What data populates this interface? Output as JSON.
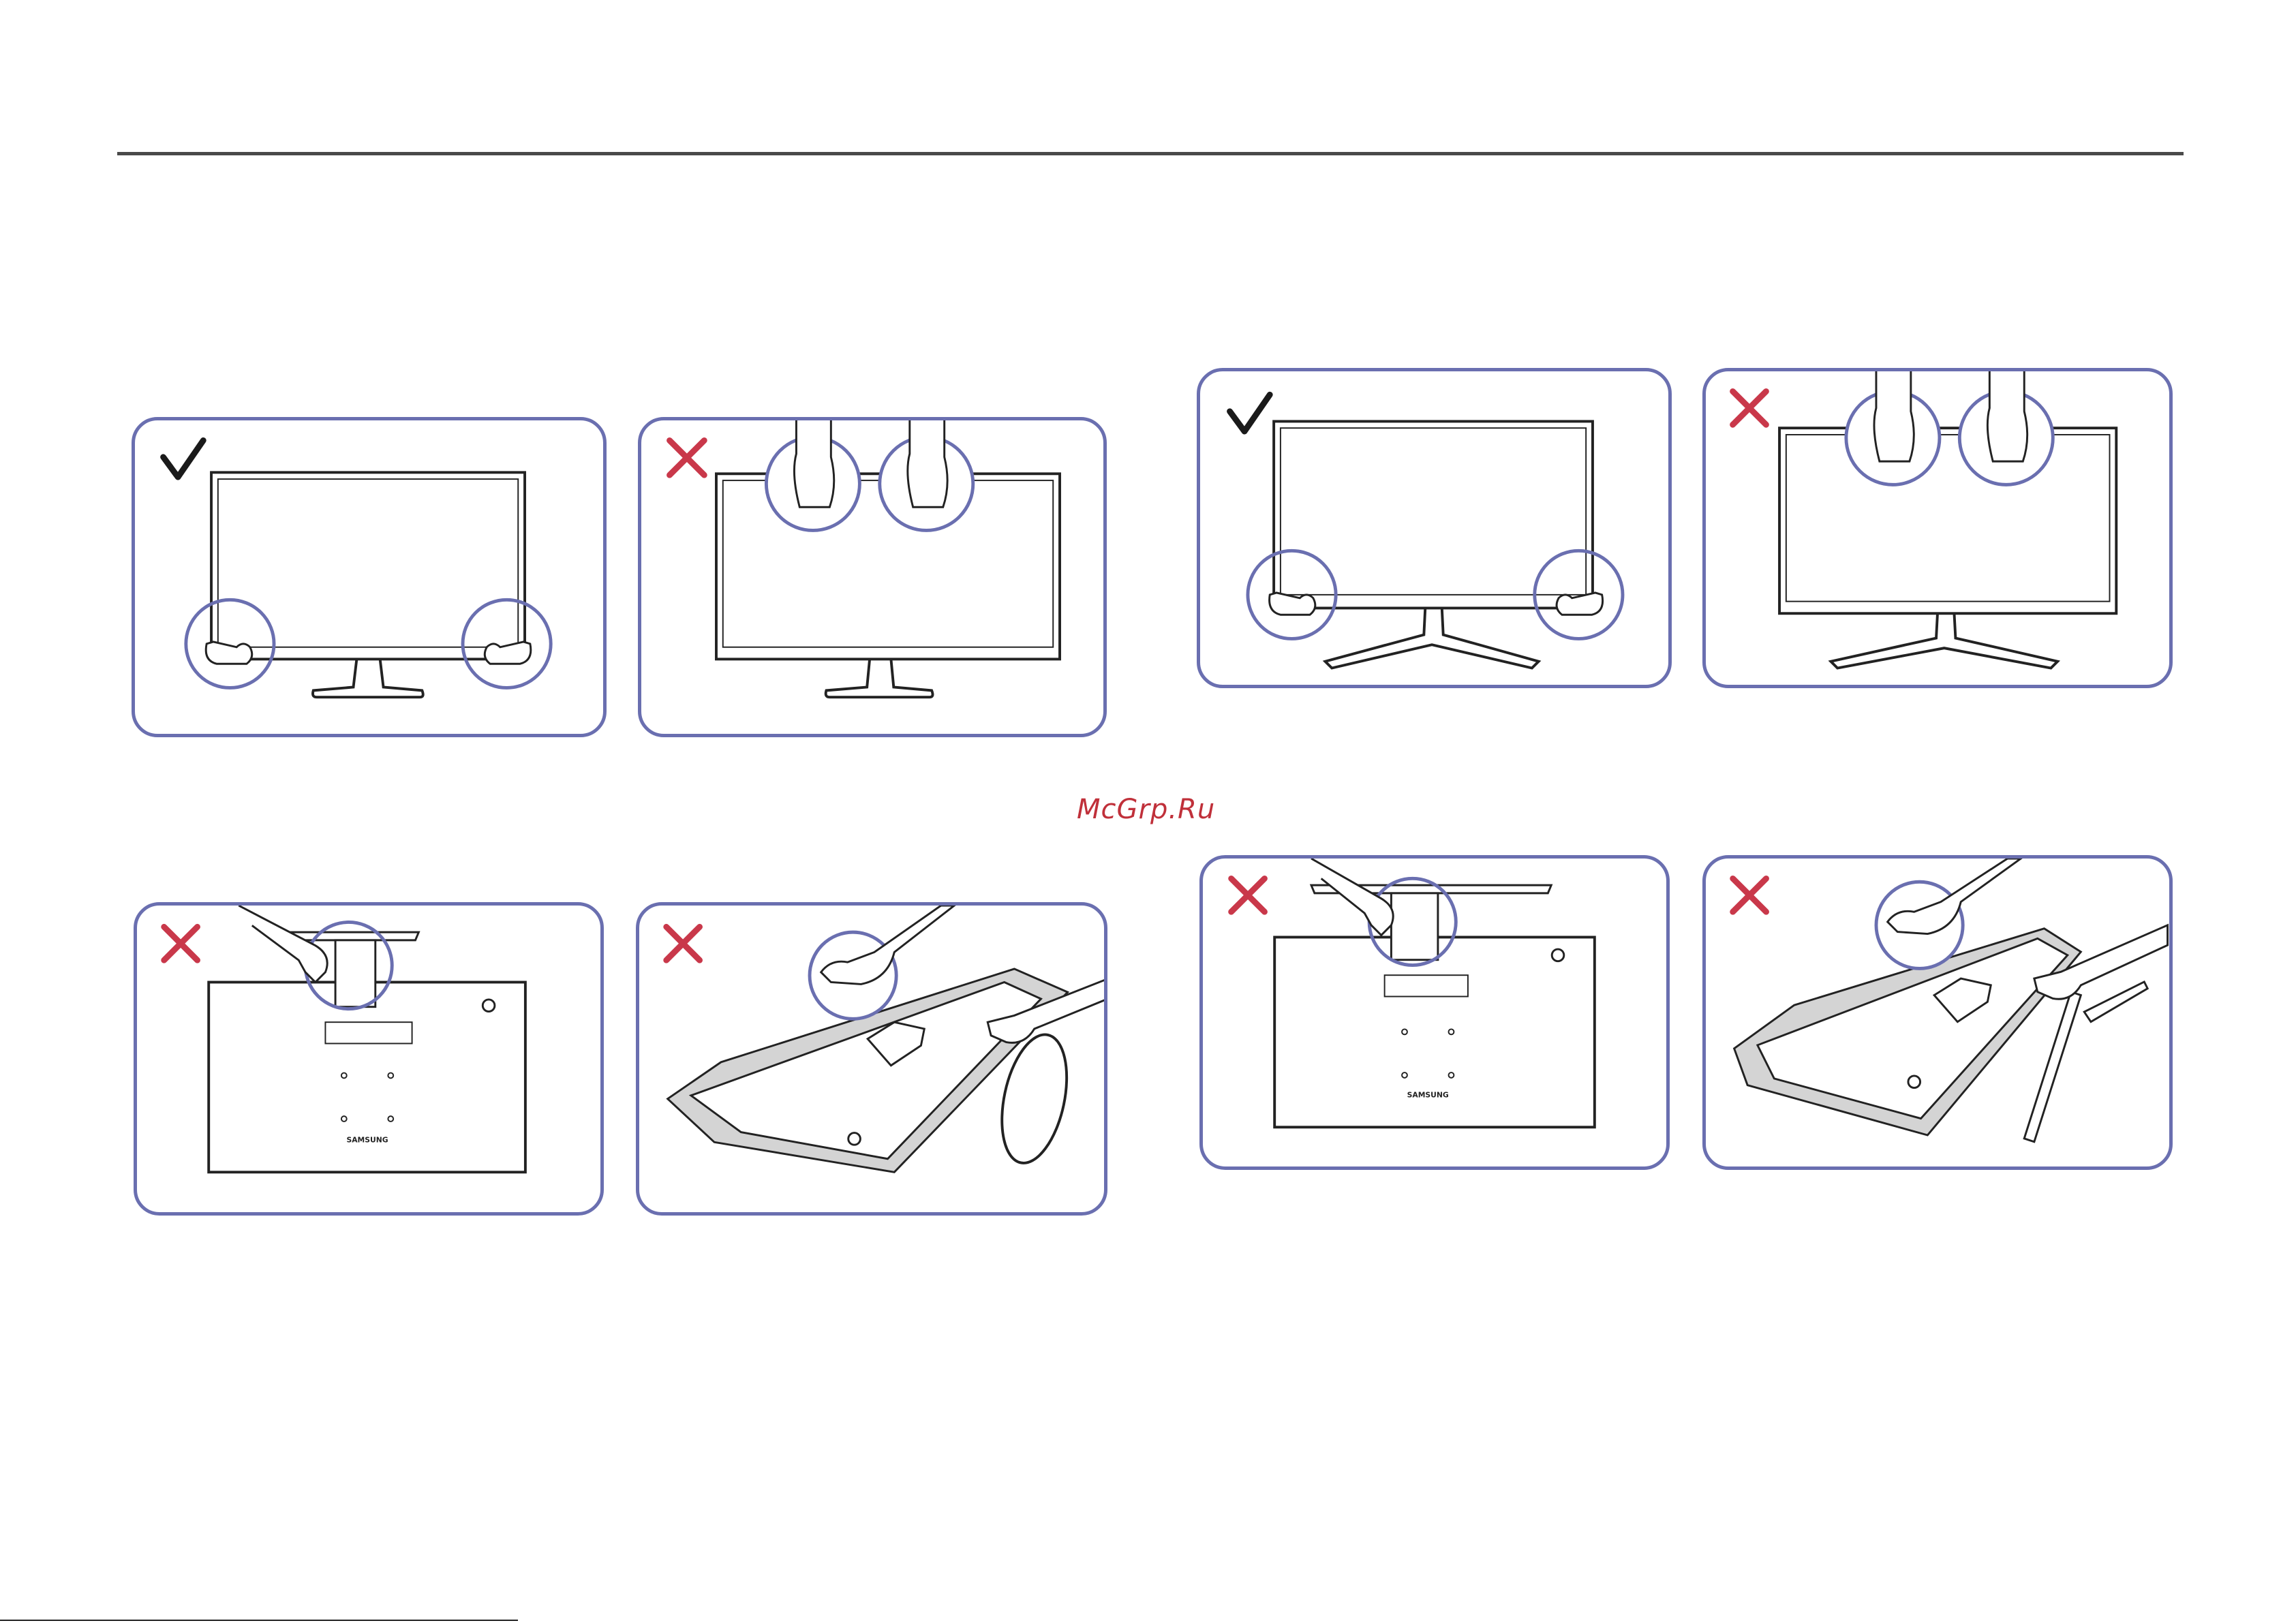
{
  "watermark": "McGrp.Ru",
  "brand_text": "SAMSUNG",
  "colors": {
    "panel_border": "#6a6fb0",
    "check": "#1a1a1a",
    "cross": "#c9384a",
    "line": "#222222"
  },
  "panels": [
    {
      "id": "tl-1",
      "mark": "check-icon",
      "scene": "front-hold-bottom-corners"
    },
    {
      "id": "tl-2",
      "mark": "cross-icon",
      "scene": "front-hold-top-edge"
    },
    {
      "id": "bl-1",
      "mark": "cross-icon",
      "scene": "rear-hold-stand-neck"
    },
    {
      "id": "bl-2",
      "mark": "cross-icon",
      "scene": "lying-hold-stand-base"
    },
    {
      "id": "tr-1",
      "mark": "check-icon",
      "scene": "front-hold-bottom-corners"
    },
    {
      "id": "tr-2",
      "mark": "cross-icon",
      "scene": "front-hold-top-edge"
    },
    {
      "id": "br-1",
      "mark": "cross-icon",
      "scene": "rear-hold-stand-neck"
    },
    {
      "id": "br-2",
      "mark": "cross-icon",
      "scene": "lying-hold-stand-legs"
    }
  ]
}
